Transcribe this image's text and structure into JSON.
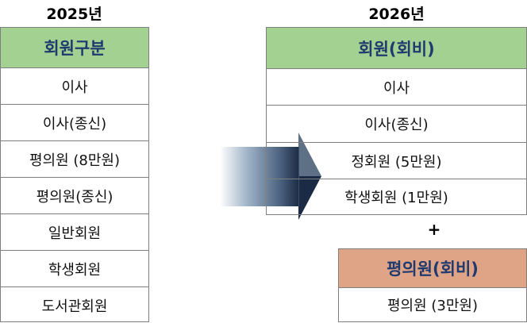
{
  "left": {
    "year": "2025년",
    "header": "회원구분",
    "rows": [
      "이사",
      "이사(종신)",
      "평의원 (8만원)",
      "평의원(종신)",
      "일반회원",
      "학생회원",
      "도서관회원"
    ]
  },
  "right": {
    "year": "2026년",
    "header": "회원(회비)",
    "rows": [
      "이사",
      "이사(종신)",
      "정회원 (5만원)",
      "학생회원 (1만원)"
    ],
    "plus": "+",
    "second_header": "평의원(회비)",
    "second_rows": [
      "평의원 (3만원)"
    ]
  },
  "colors": {
    "header_green": "#a3d191",
    "header_salmon": "#dfa386",
    "header_text": "#1f3a6e",
    "arrow": "#1c2b45"
  }
}
